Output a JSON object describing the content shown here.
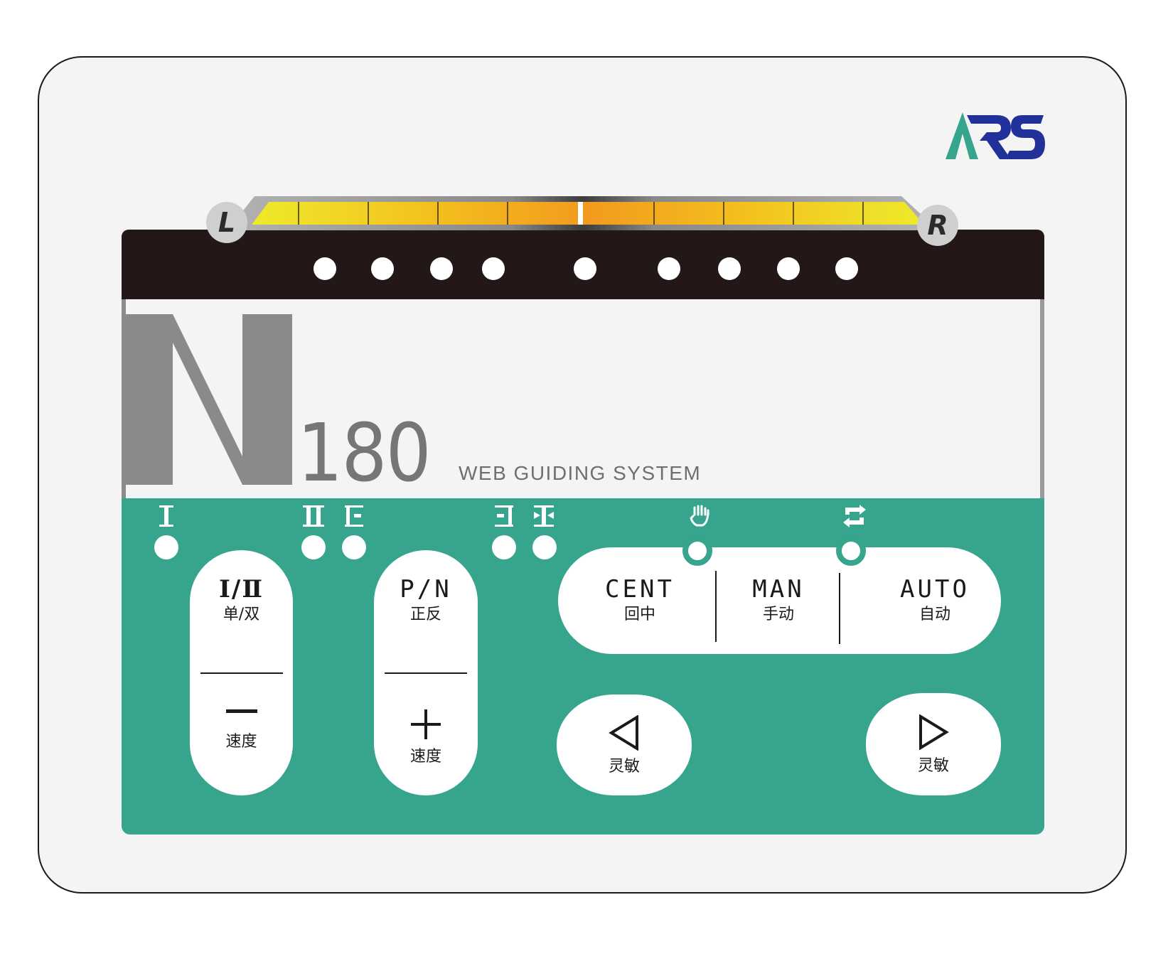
{
  "brand": {
    "logo_text": "ARS",
    "logo_colors": {
      "a": "#37a48d",
      "rs": "#22309a"
    }
  },
  "indicator": {
    "left_label": "L",
    "right_label": "R",
    "segments": 10,
    "led_count": 9,
    "gradient": [
      "#eeea2c",
      "#f3c31e",
      "#f29a1e",
      "#f3c31e",
      "#eeea2c"
    ]
  },
  "model": {
    "letter": "N",
    "number": "180",
    "tagline": "WEB GUIDING SYSTEM"
  },
  "status_indicators": [
    {
      "id": "single",
      "icon": "I",
      "name": "single-mode-icon"
    },
    {
      "id": "double",
      "icon": "II",
      "name": "double-mode-icon"
    },
    {
      "id": "edge-left",
      "icon": "E-",
      "name": "left-edge-icon"
    },
    {
      "id": "edge-right",
      "icon": "-E",
      "name": "right-edge-icon"
    },
    {
      "id": "center",
      "icon": "center-line",
      "name": "center-line-icon"
    },
    {
      "id": "manual",
      "icon": "hand",
      "name": "hand-icon"
    },
    {
      "id": "auto",
      "icon": "cycle",
      "name": "auto-cycle-icon"
    }
  ],
  "buttons": {
    "mode_toggle": {
      "en": "I/Ⅱ",
      "cn": "单/双"
    },
    "speed_minus": {
      "symbol": "—",
      "cn": "速度"
    },
    "polarity": {
      "en": "P/N",
      "cn": "正反"
    },
    "speed_plus": {
      "symbol": "+",
      "cn": "速度"
    },
    "cent": {
      "en": "CENT",
      "cn": "回中"
    },
    "man": {
      "en": "MAN",
      "cn": "手动"
    },
    "auto": {
      "en": "AUTO",
      "cn": "自动"
    },
    "sens_left": {
      "symbol": "◁",
      "cn": "灵敏"
    },
    "sens_right": {
      "symbol": "▷",
      "cn": "灵敏"
    }
  },
  "colors": {
    "panel_teal": "#37a48d",
    "display_black": "#231817",
    "face": "#f4f4f4"
  }
}
